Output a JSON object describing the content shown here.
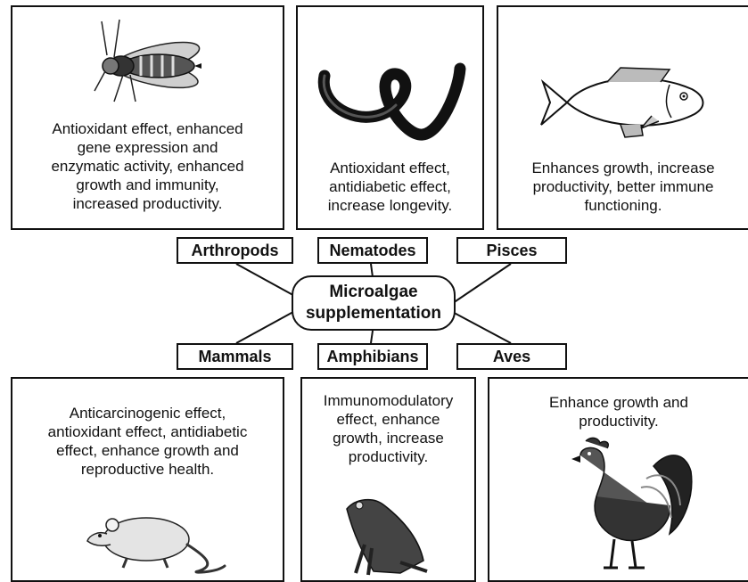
{
  "center": {
    "line1": "Microalgae",
    "line2": "supplementation"
  },
  "groups": [
    {
      "id": "arthropods",
      "label": "Arthropods",
      "icon": "fly-icon",
      "effect": [
        "Antioxidant effect, enhanced",
        "gene expression and",
        "enzymatic activity,   enhanced",
        "growth and immunity,",
        "increased productivity."
      ]
    },
    {
      "id": "nematodes",
      "label": "Nematodes",
      "icon": "worm-icon",
      "effect": [
        "Antioxidant effect,",
        "antidiabetic effect,",
        "increase longevity."
      ]
    },
    {
      "id": "pisces",
      "label": "Pisces",
      "icon": "fish-icon",
      "effect": [
        "Enhances growth, increase",
        "productivity, better immune",
        "functioning."
      ]
    },
    {
      "id": "mammals",
      "label": "Mammals",
      "icon": "rat-icon",
      "effect": [
        "Anticarcinogenic effect,",
        "antioxidant effect, antidiabetic",
        "effect,   enhance growth and",
        "reproductive health."
      ]
    },
    {
      "id": "amphibians",
      "label": "Amphibians",
      "icon": "frog-icon",
      "effect": [
        "Immunomodulatory",
        "effect, enhance",
        "growth, increase",
        "productivity."
      ]
    },
    {
      "id": "aves",
      "label": "Aves",
      "icon": "rooster-icon",
      "effect": [
        "Enhance growth and",
        "productivity."
      ]
    }
  ]
}
